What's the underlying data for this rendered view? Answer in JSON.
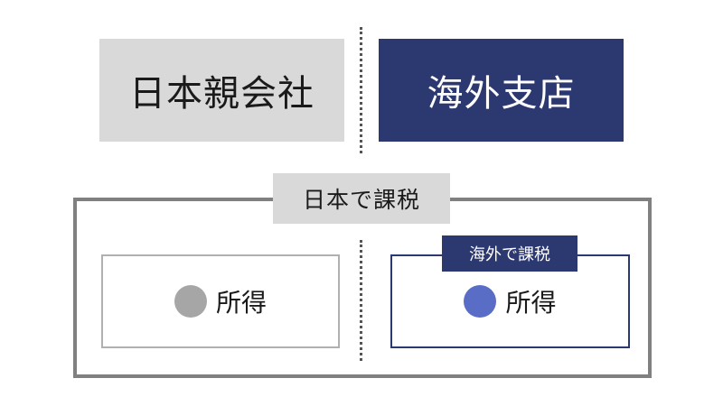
{
  "top": {
    "parent_company": "日本親会社",
    "overseas_branch": "海外支店"
  },
  "taxation": {
    "japan_label": "日本で課税",
    "overseas_label": "海外で課税"
  },
  "income": {
    "japan_income": "所得",
    "overseas_income": "所得"
  },
  "colors": {
    "navy": "#2c3870",
    "light_gray": "#d9d9d9",
    "frame_gray": "#808080",
    "japan_dot": "#a6a6a6",
    "overseas_dot": "#5a6dc6"
  }
}
